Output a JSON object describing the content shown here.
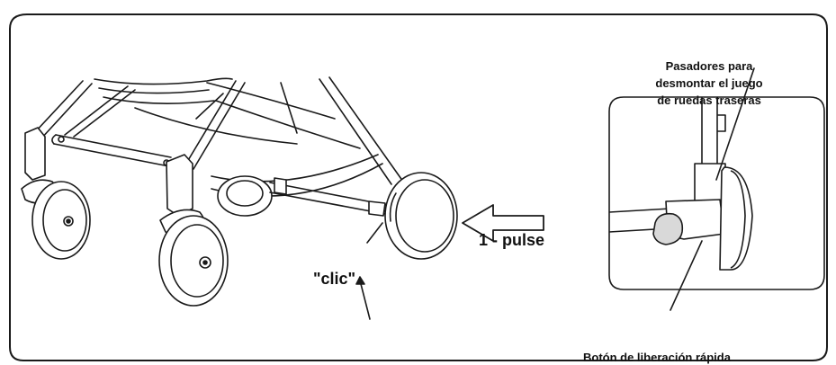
{
  "labels": {
    "pins_line1": "Pasadores para",
    "pins_line2": "desmontar el juego",
    "pins_line3": "de ruedas traseras",
    "push": "1 - pulse",
    "click": "\"clic\"",
    "release_button": "Botón de liberación rápida"
  },
  "colors": {
    "stroke": "#1a1a1a",
    "background": "#ffffff",
    "shade": "#d9d9d9"
  },
  "icons": [
    "push-arrow-icon"
  ]
}
